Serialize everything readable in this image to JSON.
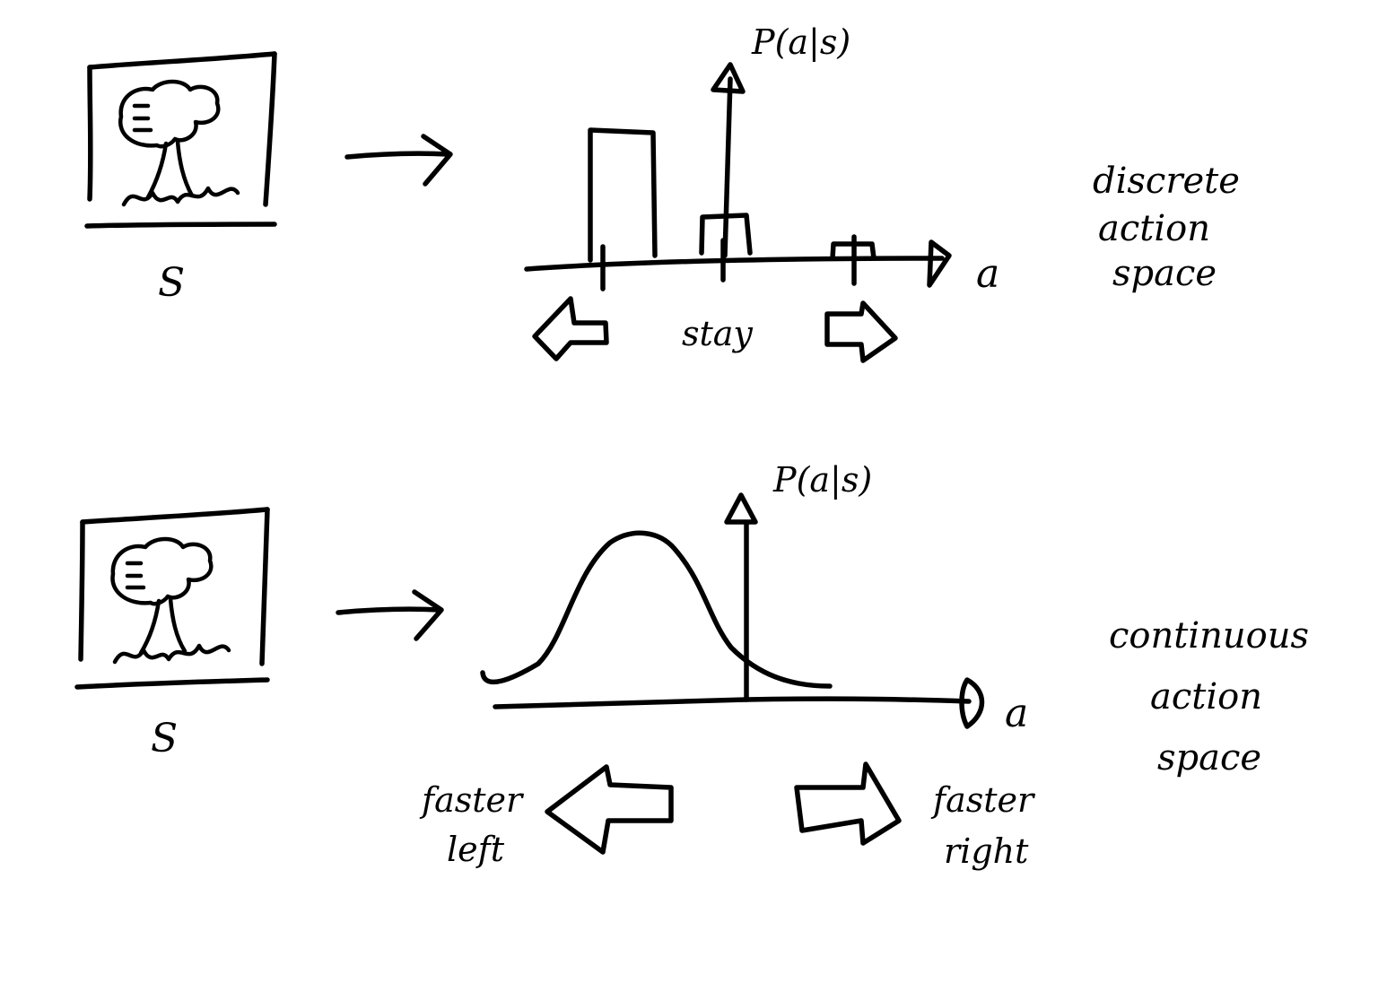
{
  "panels": [
    {
      "id": "discrete",
      "state_label": "S",
      "y_axis_label": "P(a|s)",
      "x_axis_label": "a",
      "bar_labels": [
        "stay"
      ],
      "description_lines": [
        "discrete",
        "action",
        "space"
      ]
    },
    {
      "id": "continuous",
      "state_label": "S",
      "y_axis_label": "P(a|s)",
      "x_axis_label": "a",
      "left_label_lines": [
        "faster",
        "left"
      ],
      "right_label_lines": [
        "faster",
        "right"
      ],
      "description_lines": [
        "continuous",
        "action",
        "space"
      ]
    }
  ]
}
